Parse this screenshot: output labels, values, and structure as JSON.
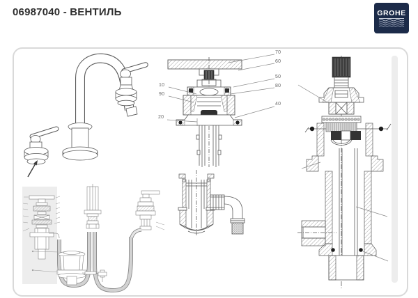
{
  "header": {
    "title": "06987040 - ВЕНТИЛЬ",
    "logo_text": "GROHE",
    "logo_bg": "#1c2b49"
  },
  "parts": {
    "labels_left": [
      "10",
      "90",
      "20"
    ],
    "labels_right": [
      "70",
      "60",
      "50",
      "80",
      "40"
    ]
  },
  "colors": {
    "line": "#5a5a5a",
    "panel_border": "#d9d9d9",
    "shade_strip": "#ededed"
  }
}
